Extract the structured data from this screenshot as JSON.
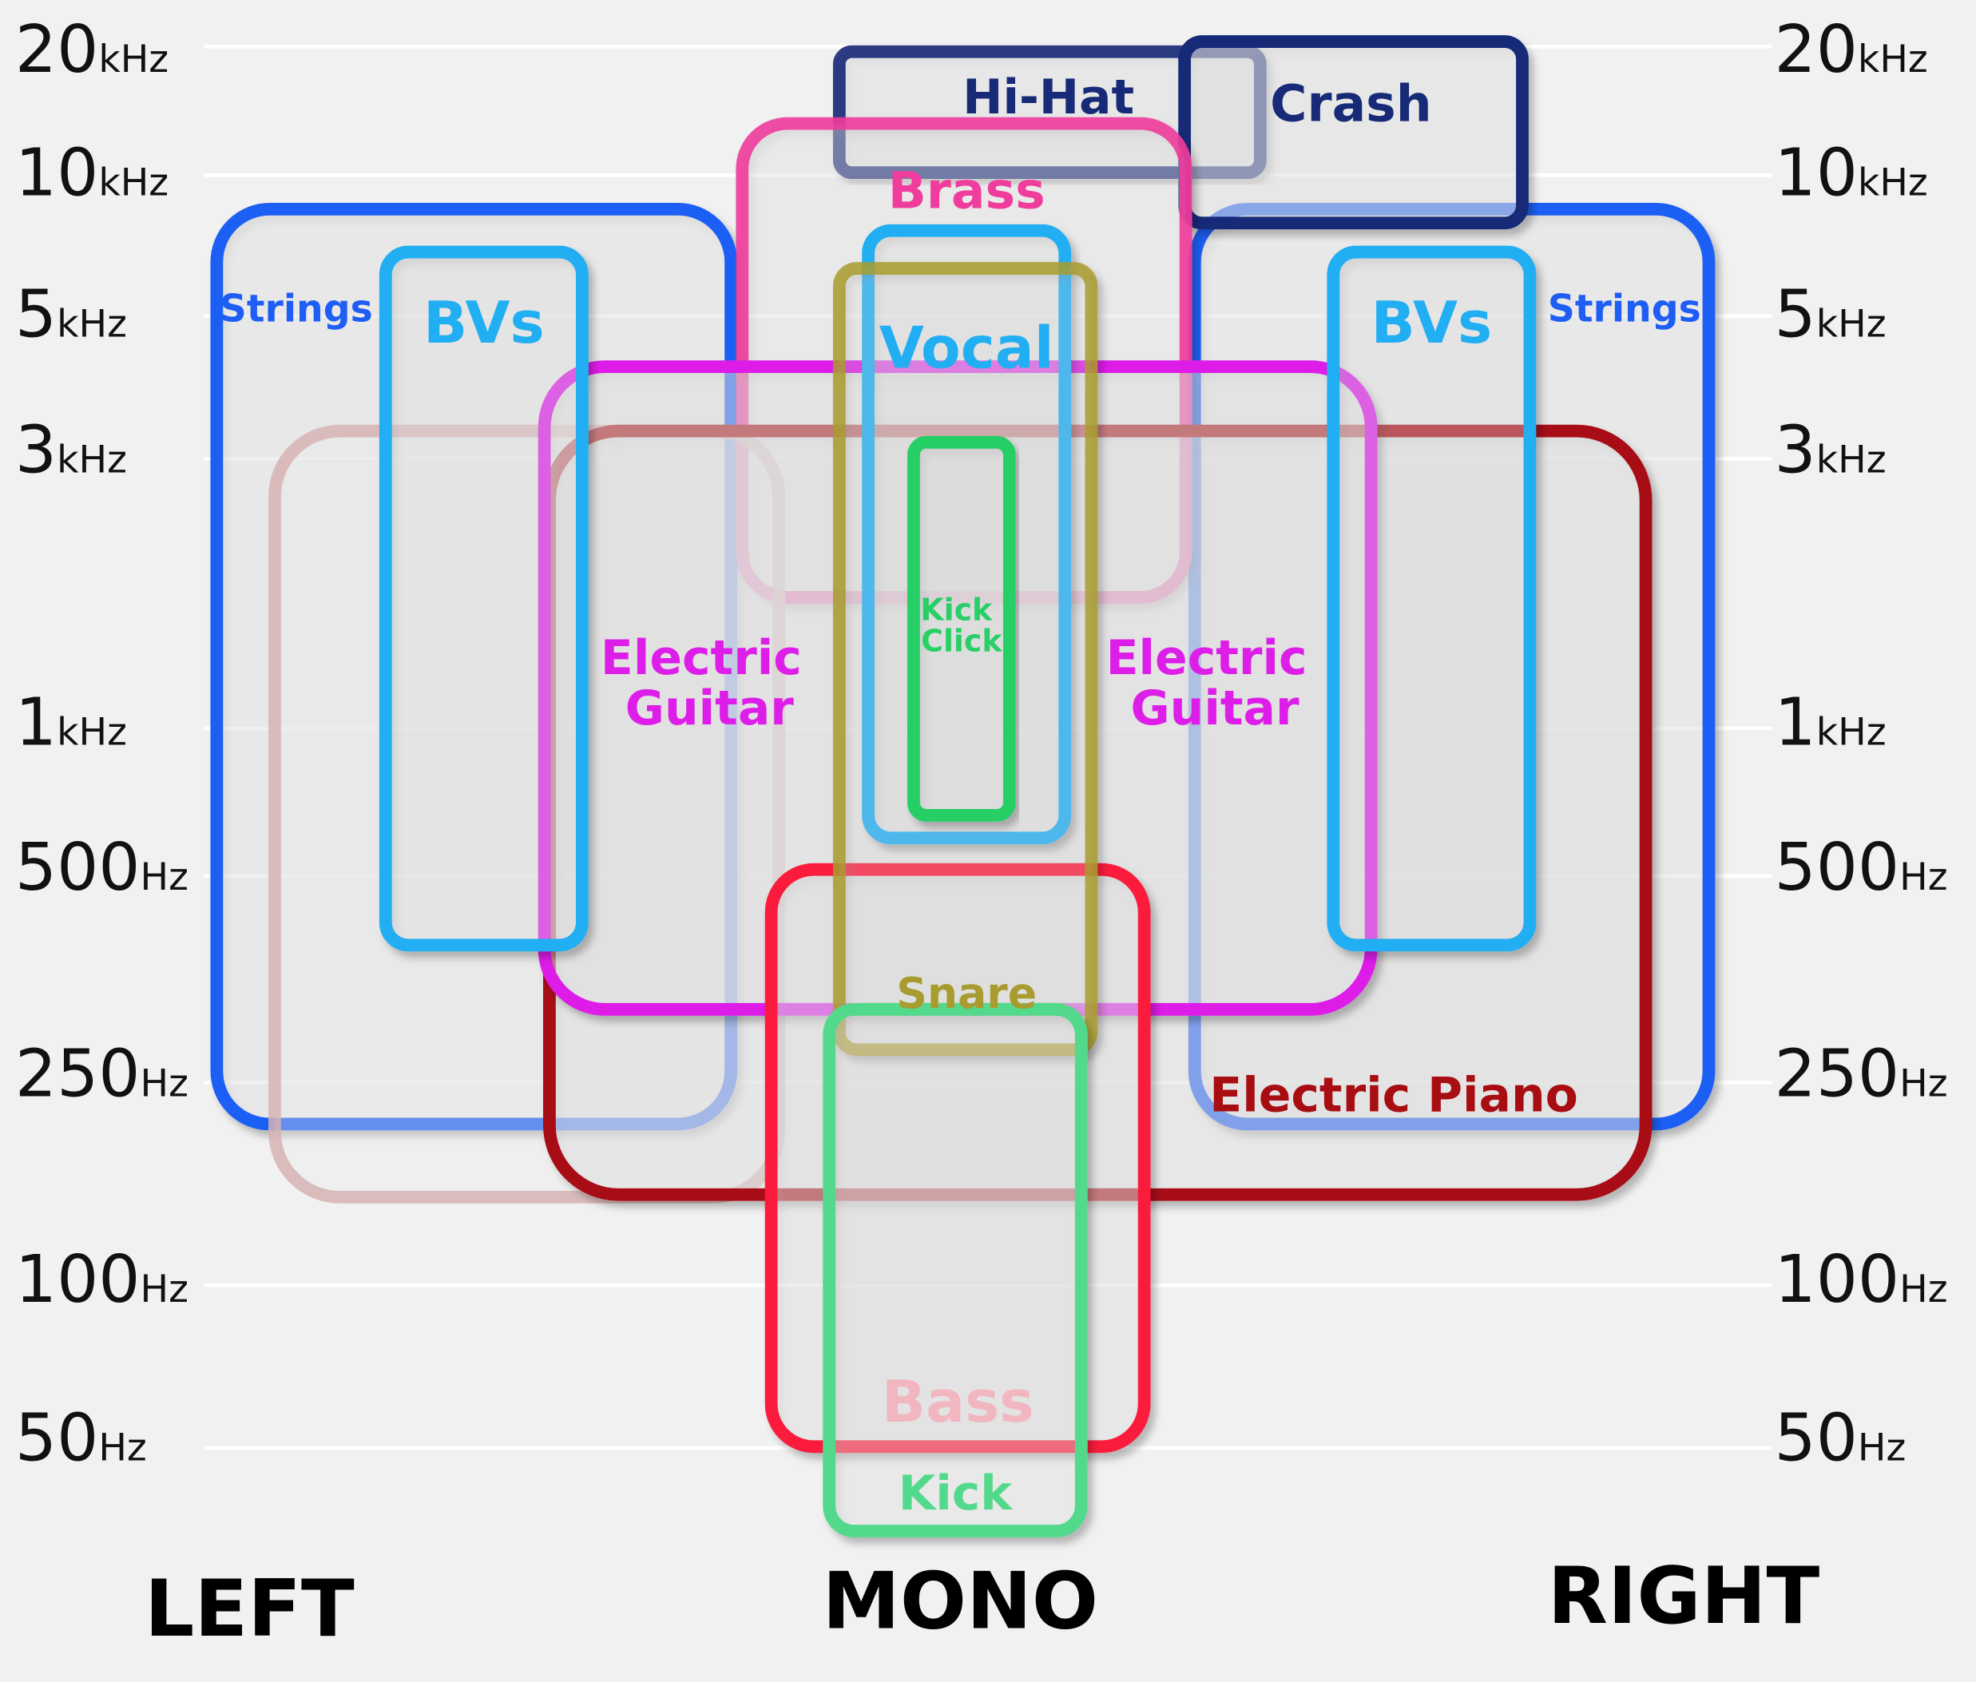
{
  "frequency_axis": {
    "ticks": [
      {
        "num": "20",
        "unit": "kHz"
      },
      {
        "num": "10",
        "unit": "kHz"
      },
      {
        "num": "5",
        "unit": "kHz"
      },
      {
        "num": "3",
        "unit": "kHz"
      },
      {
        "num": "1",
        "unit": "kHz"
      },
      {
        "num": "500",
        "unit": "Hz"
      },
      {
        "num": "250",
        "unit": "Hz"
      },
      {
        "num": "100",
        "unit": "Hz"
      },
      {
        "num": "50",
        "unit": "Hz"
      }
    ]
  },
  "stereo_axis": {
    "left": "LEFT",
    "mono": "MONO",
    "right": "RIGHT"
  },
  "instruments": {
    "hihat": "Hi-Hat",
    "crash": "Crash",
    "brass": "Brass",
    "strings_left": "Strings",
    "strings_right": "Strings",
    "bvs_left": "BVs",
    "bvs_right": "BVs",
    "vocal": "Vocal",
    "kick_click_line1": "Kick",
    "kick_click_line2": "Click",
    "electric_guitar_left_line1": "Electric",
    "electric_guitar_left_line2": "Guitar",
    "electric_guitar_right_line1": "Electric",
    "electric_guitar_right_line2": "Guitar",
    "snare": "Snare",
    "electric_piano": "Electric Piano",
    "bass": "Bass",
    "kick": "Kick"
  },
  "colors": {
    "background": "#f1f1f1",
    "hihat": "#162a78",
    "crash": "#162a78",
    "brass": "#f03c9c",
    "strings": "#1f5ef5",
    "bvs": "#22aef2",
    "vocal": "#22aef2",
    "kick_click": "#27cf66",
    "electric_guitar": "#dd1ee8",
    "snare": "#a89c30",
    "electric_piano": "#a80d12",
    "electric_piano_left": "#d7b3b3",
    "bass": "#fb1f3c",
    "bass_label": "#f2b6c0",
    "kick": "#53d98b"
  }
}
